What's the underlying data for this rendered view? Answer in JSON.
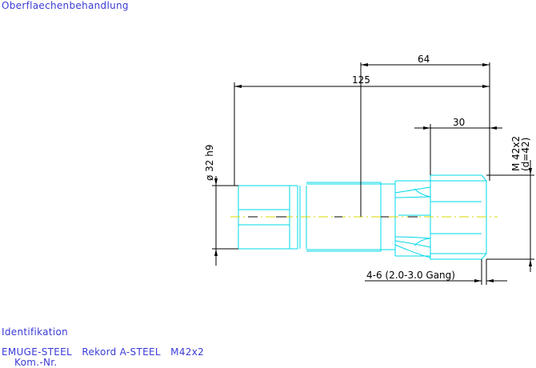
{
  "header": {
    "title": "Oberflaechenbehandlung"
  },
  "footer": {
    "identification_label": "Identifikation",
    "product_line": "EMUGE-STEEL   Rekord A-STEEL   M42x2",
    "kom_label": "Kom.-Nr."
  },
  "drawing": {
    "dimensions": {
      "overall_length": "125",
      "thread_section": "64",
      "chamfer_section": "30",
      "shank_diameter": "ø 32 h9",
      "thread_size": "M 42x2",
      "thread_d": "(d=42)",
      "chamfer_spec": "4-6 (2.0-3.0 Gang)"
    },
    "colors": {
      "part": "#00d8e8",
      "dimension": "#000000",
      "centerline": "#d8d800",
      "text_blue": "#3b3bd6"
    }
  }
}
